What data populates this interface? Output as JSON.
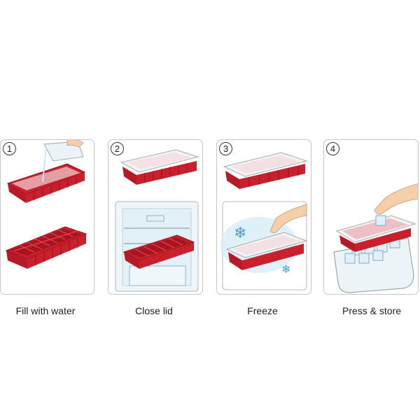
{
  "steps": [
    {
      "number": "1",
      "label": "Fill with water",
      "illustration": "pouring-water-into-tray"
    },
    {
      "number": "2",
      "label": "Close lid",
      "illustration": "lidded-tray-and-fridge"
    },
    {
      "number": "3",
      "label": "Freeze",
      "illustration": "freezing-tray-with-snowflakes"
    },
    {
      "number": "4",
      "label": "Press & store",
      "illustration": "pressing-cubes-into-container"
    }
  ],
  "colors": {
    "tray_red": "#c8202c",
    "tray_dark": "#9e1520",
    "lid": "#f4f2f2",
    "frost": "#d6ecf6",
    "skin": "#f6cfa9",
    "border": "#c8c8c8"
  }
}
